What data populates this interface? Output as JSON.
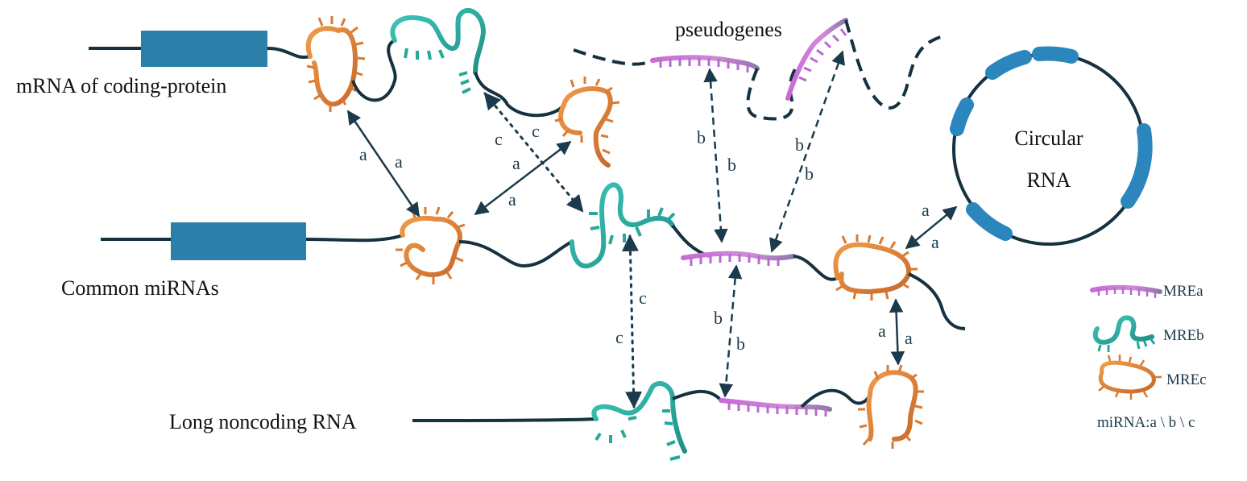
{
  "labels": {
    "mrna": "mRNA of coding-protein",
    "common_mirnas": "Common miRNAs",
    "lncrna": "Long noncoding RNA",
    "pseudogenes": "pseudogenes",
    "circular_line1": "Circular",
    "circular_line2": "RNA"
  },
  "interaction_letters": {
    "a": "a",
    "b": "b",
    "c": "c"
  },
  "legend": {
    "mrea": "MREa",
    "mreb": "MREb",
    "mrec": "MREc",
    "mirna": "miRNA:a \\ b \\ c"
  },
  "colors": {
    "strand": "#16313f",
    "box": "#2b7fa8",
    "mrea": "#c86ad6",
    "mreb": "#2fb3a6",
    "mrec": "#e08a3c",
    "circle": "#2a86bd",
    "arrow": "#1b3a4b"
  }
}
